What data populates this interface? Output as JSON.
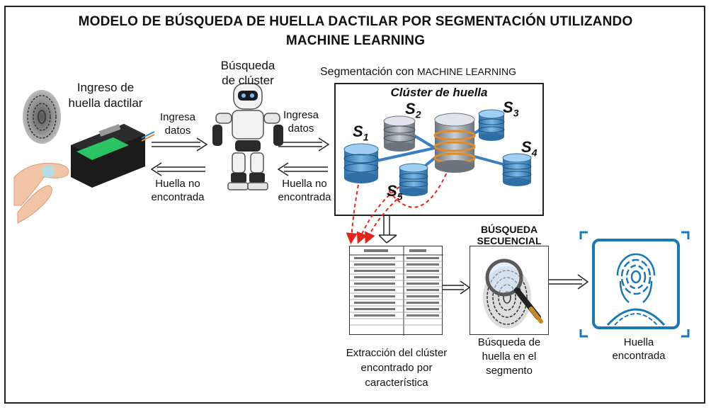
{
  "title": {
    "line1": "MODELO DE BÚSQUEDA DE HUELLA DACTILAR POR SEGMENTACIÓN UTILIZANDO",
    "line2": "MACHINE LEARNING"
  },
  "input": {
    "line1": "Ingreso de",
    "line2": "huella dactilar"
  },
  "robot": {
    "line1": "Búsqueda",
    "line2": "de clúster"
  },
  "arrows": {
    "ingresa1": {
      "line1": "Ingresa",
      "line2": "datos"
    },
    "ingresa2": {
      "line1": "Ingresa",
      "line2": "datos"
    },
    "noenc1": {
      "line1": "Huella no",
      "line2": "encontrada"
    },
    "noenc2": {
      "line1": "Huella no",
      "line2": "encontrada"
    }
  },
  "segmentation": {
    "heading_prefix": "Segmentación con",
    "heading_ml": "MACHINE LEARNING",
    "box_title": "Clúster de huella",
    "segments": [
      {
        "s": "S",
        "n": "1"
      },
      {
        "s": "S",
        "n": "2"
      },
      {
        "s": "S",
        "n": "3"
      },
      {
        "s": "S",
        "n": "4"
      },
      {
        "s": "S",
        "n": "5"
      }
    ]
  },
  "extraction": {
    "line1": "Extracción del clúster",
    "line2": "encontrado por",
    "line3": "característica"
  },
  "sequential": {
    "heading1": "BÚSQUEDA",
    "heading2": "SECUENCIAL",
    "line1": "Búsqueda de",
    "line2": "huella en el",
    "line3": "segmento"
  },
  "found": {
    "line1": "Huella",
    "line2": "encontrada"
  },
  "colors": {
    "db_blue": "#4a90c8",
    "db_gray": "#9aa3ad",
    "db_orange": "#e08a2a",
    "red_dashed": "#e0261c",
    "found_frame": "#1a79b5",
    "scanner_green": "#2bd66b"
  }
}
